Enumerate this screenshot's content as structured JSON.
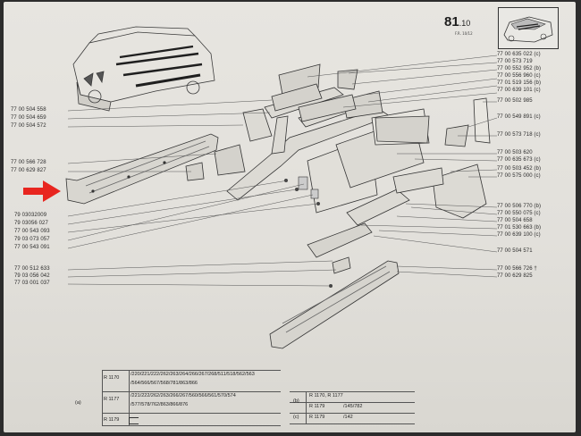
{
  "page": {
    "number": "81",
    "sub": ".10",
    "ref": "F.R. 10/12"
  },
  "labels_left": [
    {
      "t": "77 00 504 558"
    },
    {
      "t": "77 00 504 659"
    },
    {
      "t": "77 00 504 572"
    },
    {
      "t": "77 00 566 728"
    },
    {
      "t": "77 00 629 827"
    },
    {
      "t": "79 03032009"
    },
    {
      "t": "79 03056 027"
    },
    {
      "t": "77 00 543 093"
    },
    {
      "t": "79 03 073 057"
    },
    {
      "t": "77 00 543 091"
    },
    {
      "t": "77 00 512 633"
    },
    {
      "t": "79 03 056 042"
    },
    {
      "t": "77 03 001 037"
    }
  ],
  "labels_right": [
    {
      "t": "77 00 635 022 (c)"
    },
    {
      "t": "77 00 573 719"
    },
    {
      "t": "77 00 552 952 (b)"
    },
    {
      "t": "77 00 556 960 (c)"
    },
    {
      "t": "77 01 519 156 (b)"
    },
    {
      "t": "77 00 639 101 (c)"
    },
    {
      "t": "77 00 502 985"
    },
    {
      "t": "77 00 549 891 (c)"
    },
    {
      "t": "77 00 573 718 (c)"
    },
    {
      "t": "77 00 503 620"
    },
    {
      "t": "77 00 635 673 (c)"
    },
    {
      "t": "77 00 503 452 (b)"
    },
    {
      "t": "77 00 575 000 (c)"
    },
    {
      "t": "77 00 506 770 (b)"
    },
    {
      "t": "77 00 550 075 (c)"
    },
    {
      "t": "77 00 504 658"
    },
    {
      "t": "77 01 530 663 (b)"
    },
    {
      "t": "77 00 639 100 (c)"
    },
    {
      "t": "77 00 504 571"
    },
    {
      "t": "77 00 566 726 †"
    },
    {
      "t": "77 00 629 825"
    }
  ],
  "table": {
    "r1": "R 1170",
    "r1_codes": "/220/221/222/262/263/264/266/267/268/511/518/562/563",
    "r1_codes2": "/564/566/567/568/781/863/866",
    "a": "(a)",
    "r2": "R 1177",
    "r2_codes": "/221/222/262/263/266/267/560/566/561/570/574",
    "r2_codes2": "/577/578/762/863/866/876",
    "r3": "R 1179",
    "b": "(b)",
    "b1": "R 1170, R 1177",
    "b2": "R 1179",
    "b2c": "/145/782",
    "c": "(c)",
    "c1": "R 1179",
    "c1c": "/142"
  },
  "colors": {
    "arrow": "#e8251f",
    "paper": "#e4e2dd",
    "ink": "#2a2a2a"
  }
}
